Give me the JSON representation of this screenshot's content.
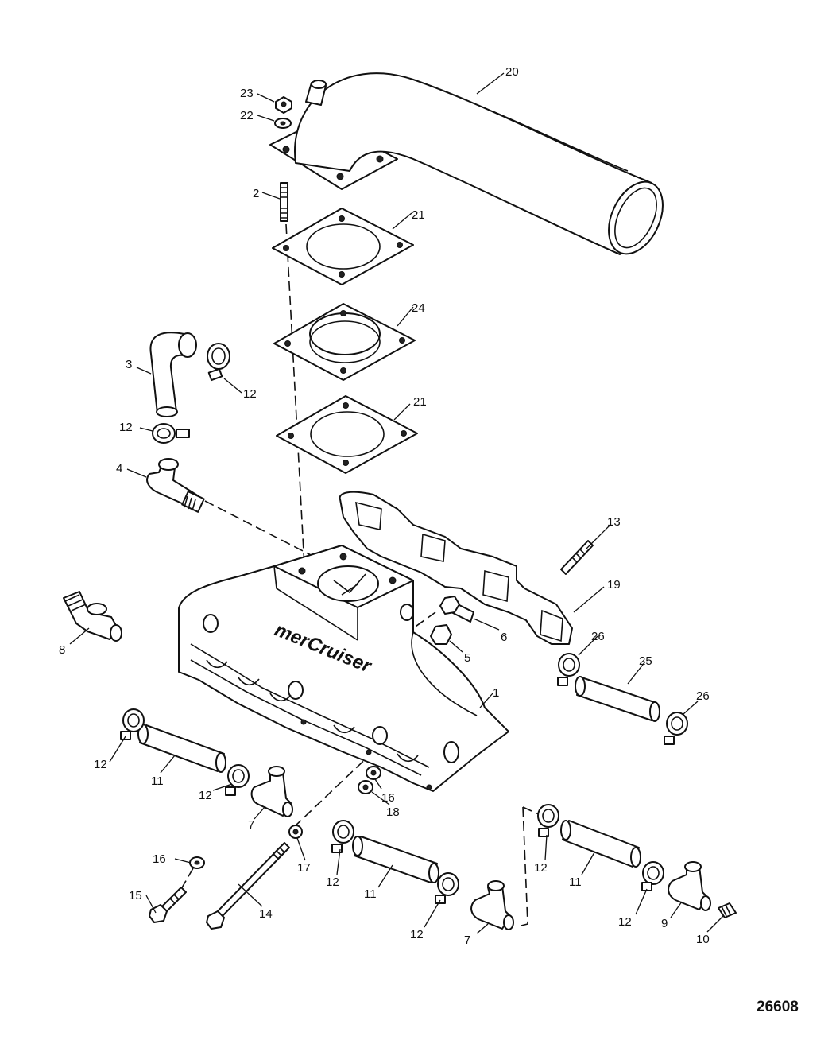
{
  "figure_number": "26608",
  "brand_mark": "merCruiser",
  "callouts": [
    {
      "id": "c20",
      "text": "20"
    },
    {
      "id": "c23",
      "text": "23"
    },
    {
      "id": "c22",
      "text": "22"
    },
    {
      "id": "c2",
      "text": "2"
    },
    {
      "id": "c21a",
      "text": "21"
    },
    {
      "id": "c24",
      "text": "24"
    },
    {
      "id": "c3",
      "text": "3"
    },
    {
      "id": "c12a",
      "text": "12"
    },
    {
      "id": "c21b",
      "text": "21"
    },
    {
      "id": "c12b",
      "text": "12"
    },
    {
      "id": "c4",
      "text": "4"
    },
    {
      "id": "c13",
      "text": "13"
    },
    {
      "id": "c19",
      "text": "19"
    },
    {
      "id": "c8",
      "text": "8"
    },
    {
      "id": "c6",
      "text": "6"
    },
    {
      "id": "c5",
      "text": "5"
    },
    {
      "id": "c26a",
      "text": "26"
    },
    {
      "id": "c25",
      "text": "25"
    },
    {
      "id": "c1",
      "text": "1"
    },
    {
      "id": "c26b",
      "text": "26"
    },
    {
      "id": "c12c",
      "text": "12"
    },
    {
      "id": "c11a",
      "text": "11"
    },
    {
      "id": "c12d",
      "text": "12"
    },
    {
      "id": "c7a",
      "text": "7"
    },
    {
      "id": "c16a",
      "text": "16"
    },
    {
      "id": "c18",
      "text": "18"
    },
    {
      "id": "c17",
      "text": "17"
    },
    {
      "id": "c12e",
      "text": "12"
    },
    {
      "id": "c11b",
      "text": "11"
    },
    {
      "id": "c16b",
      "text": "16"
    },
    {
      "id": "c15",
      "text": "15"
    },
    {
      "id": "c14",
      "text": "14"
    },
    {
      "id": "c12f",
      "text": "12"
    },
    {
      "id": "c7b",
      "text": "7"
    },
    {
      "id": "c12g",
      "text": "12"
    },
    {
      "id": "c11c",
      "text": "11"
    },
    {
      "id": "c12h",
      "text": "12"
    },
    {
      "id": "c9",
      "text": "9"
    },
    {
      "id": "c10",
      "text": "10"
    }
  ]
}
